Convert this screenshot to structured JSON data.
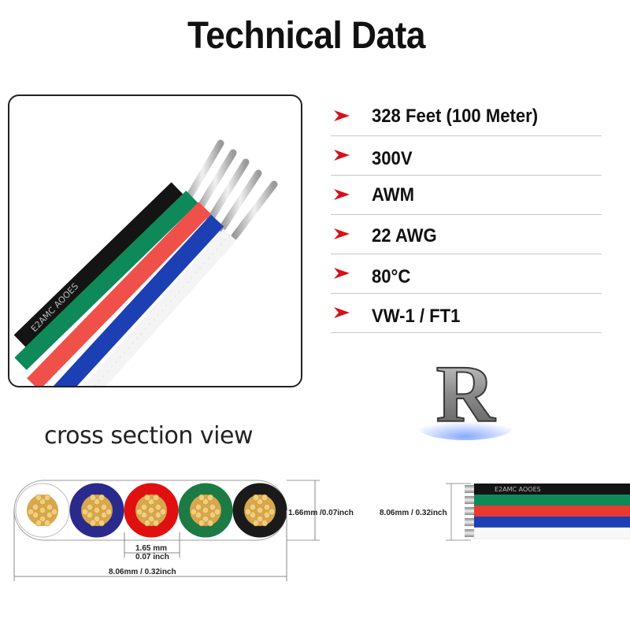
{
  "title": "Technical Data",
  "specs": [
    {
      "label": "328 Feet (100 Meter)"
    },
    {
      "label": "300V"
    },
    {
      "label": "AWM"
    },
    {
      "label": "22 AWG"
    },
    {
      "label": "80°C"
    },
    {
      "label": "VW-1 / FT1"
    }
  ],
  "logo": {
    "letter": "R"
  },
  "cross_section": {
    "title": "cross section view",
    "height_label": "1.66mm /0.07inch",
    "pitch_label_mm": "1.65 mm",
    "pitch_label_in": "0.07 inch",
    "width_label": "8.06mm / 0.32inch",
    "wire_colors": [
      "#ffffff",
      "#2a2a8c",
      "#e01010",
      "#1c7a45",
      "#1a1a1a"
    ]
  },
  "side_view": {
    "width_label": "8.06mm / 0.32inch",
    "cable_print": "E2AMC  AOOES"
  },
  "colors": {
    "arrow": "#d8101a",
    "black_wire": "#141414",
    "green_wire": "#0e8a5a",
    "red_wire": "#f0504a",
    "blue_wire": "#1c3fb4",
    "white_wire": "#f4f4f4"
  }
}
